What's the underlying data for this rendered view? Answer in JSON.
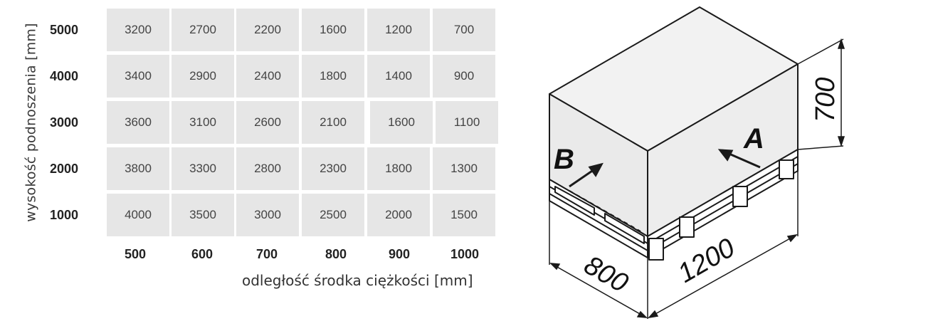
{
  "table": {
    "y_axis_label": "wysokość podnoszenia [mm]",
    "x_axis_label": "odległość środka ciężkości [mm]",
    "row_labels": [
      "5000",
      "4000",
      "3000",
      "2000",
      "1000"
    ],
    "col_labels": [
      "500",
      "600",
      "700",
      "800",
      "900",
      "1000"
    ],
    "rows": [
      [
        "3200",
        "2700",
        "2200",
        "1600",
        "1200",
        "700"
      ],
      [
        "3400",
        "2900",
        "2400",
        "1800",
        "1400",
        "900"
      ],
      [
        "3600",
        "3100",
        "2600",
        "2100",
        "1600",
        "1100"
      ],
      [
        "3800",
        "3300",
        "2800",
        "2300",
        "1800",
        "1300"
      ],
      [
        "4000",
        "3500",
        "3000",
        "2500",
        "2000",
        "1500"
      ]
    ]
  },
  "diagram": {
    "dim_height": "700",
    "dim_length": "1200",
    "dim_width": "800",
    "label_a": "A",
    "label_b": "B"
  }
}
